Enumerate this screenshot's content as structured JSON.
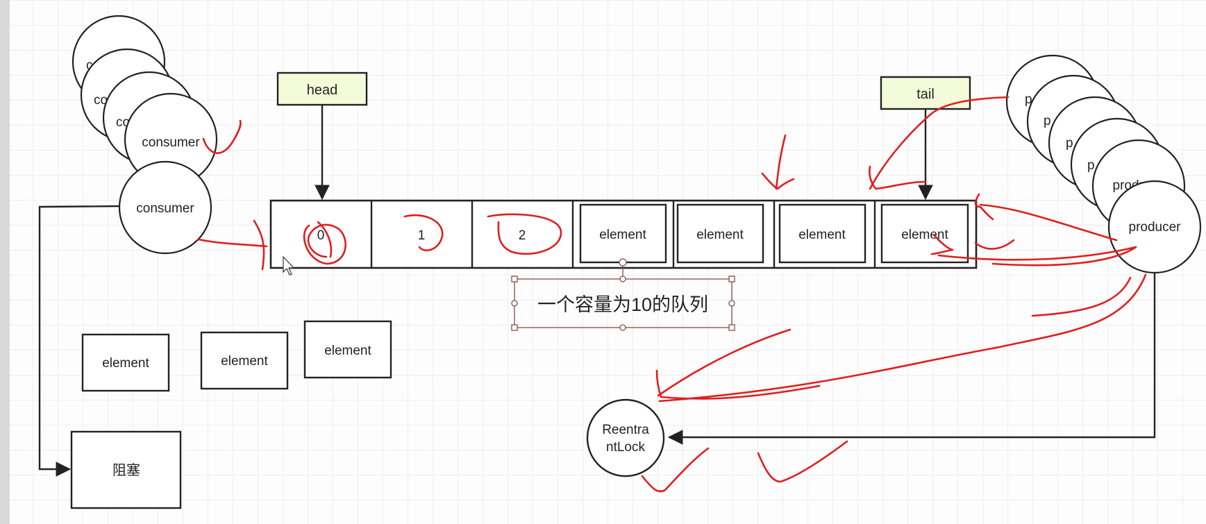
{
  "diagram": {
    "head_label": "head",
    "tail_label": "tail",
    "queue_cells": [
      "0",
      "1",
      "2",
      "element",
      "element",
      "element",
      "element"
    ],
    "caption": "一个容量为10的队列",
    "consumers": {
      "stack_labels": [
        "co",
        "co",
        "co"
      ],
      "mid_label": "consumer",
      "front_label": "consumer"
    },
    "producers": {
      "stack_labels": [
        "p",
        "p",
        "p",
        "p"
      ],
      "mid_label": "producer",
      "front_label": "producer"
    },
    "loose_elements": [
      "element",
      "element",
      "element"
    ],
    "blocked_label": "阻塞",
    "lock_label_line1": "Reentra",
    "lock_label_line2": "ntLock"
  },
  "colors": {
    "tag_fill": "#f4fbd9",
    "stroke": "#222222",
    "annotation": "#e11d1d",
    "selection": "#8a4a4a"
  }
}
